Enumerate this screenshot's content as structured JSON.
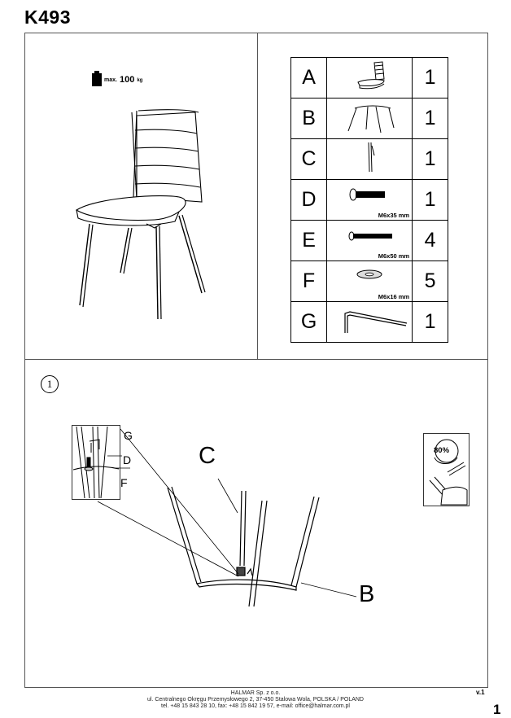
{
  "header": {
    "title": "K493"
  },
  "weight": {
    "prefix": "max.",
    "value": "100",
    "unit": "kg"
  },
  "parts": [
    {
      "letter": "A",
      "icon": "chair-seat-back-icon",
      "qty": "1",
      "dim": ""
    },
    {
      "letter": "B",
      "icon": "chair-legs-frame-icon",
      "qty": "1",
      "dim": ""
    },
    {
      "letter": "C",
      "icon": "single-leg-icon",
      "qty": "1",
      "dim": ""
    },
    {
      "letter": "D",
      "icon": "bolt-short-icon",
      "qty": "1",
      "dim": "M6x35 mm"
    },
    {
      "letter": "E",
      "icon": "bolt-long-icon",
      "qty": "4",
      "dim": "M6x50 mm"
    },
    {
      "letter": "F",
      "icon": "washer-icon",
      "qty": "5",
      "dim": "M6x16 mm"
    },
    {
      "letter": "G",
      "icon": "allen-key-icon",
      "qty": "1",
      "dim": ""
    }
  ],
  "step1": {
    "number": "1",
    "labels": {
      "c": "C",
      "b": "B",
      "g": "G",
      "d": "D",
      "f": "F"
    },
    "torque": "80%"
  },
  "footer": {
    "line1": "HALMAR Sp. z o.o.",
    "line2": "ul. Centralnego Okręgu Przemysłowego 2, 37-450 Stalowa Wola, POLSKA / POLAND",
    "line3": "tel. +48 15 843 28 10, fax: +48 15 842 19 57, e-mail: office@halmar.com.pl"
  },
  "version": "v.1",
  "page_number": "1"
}
